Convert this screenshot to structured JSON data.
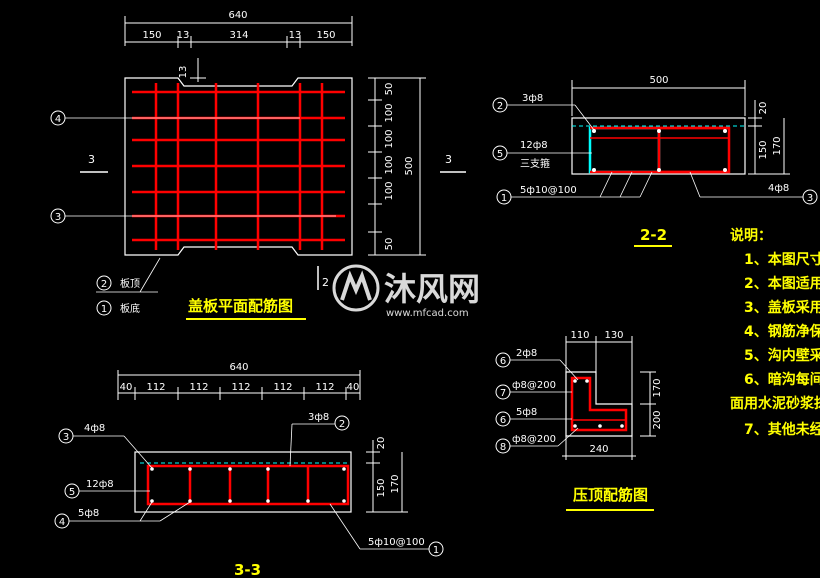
{
  "plan": {
    "title": "盖板平面配筋图",
    "dim_total_width": "640",
    "dims_width": [
      "150",
      "13",
      "314",
      "13",
      "150"
    ],
    "dim_notch": "13",
    "dims_height": [
      "50",
      "100",
      "100",
      "100",
      "100",
      "50"
    ],
    "dim_total_height": "500",
    "section_mark_left": "3",
    "section_mark_right": "3",
    "section_mark_2": "2",
    "callout_4": "4",
    "callout_3": "3",
    "callout_2": "2",
    "callout_1": "1",
    "label_top": "板顶",
    "label_bottom": "板底"
  },
  "section_22": {
    "title": "2-2",
    "dim_width": "500",
    "dims_height": [
      "20",
      "150"
    ],
    "dim_total_height": "170",
    "callout_2": "2",
    "callout_5": "5",
    "callout_1": "1",
    "callout_3": "3",
    "label_top_bars": "3ф8",
    "label_side_bars": "12ф8",
    "label_ties": "三支箍",
    "label_stirrups": "5ф10@100",
    "label_bottom_bars": "4ф8"
  },
  "section_33": {
    "title": "3-3",
    "dim_total_width": "640",
    "dims_width": [
      "40",
      "112",
      "112",
      "112",
      "112",
      "112",
      "40"
    ],
    "dims_height": [
      "20",
      "150"
    ],
    "dim_total_height": "170",
    "callout_3": "3",
    "callout_2": "2",
    "callout_5": "5",
    "callout_4": "4",
    "callout_1": "1",
    "label_top_left": "4ф8",
    "label_top_right": "3ф8",
    "label_side": "12ф8",
    "label_bottom": "5ф8",
    "label_stirrups": "5ф10@100"
  },
  "coping": {
    "title": "压顶配筋图",
    "dims_width": [
      "110",
      "130"
    ],
    "dim_total_width": "240",
    "dims_height": [
      "170",
      "200"
    ],
    "callout_6a": "6",
    "callout_7": "7",
    "callout_6b": "6",
    "callout_8": "8",
    "label_6a": "2ф8",
    "label_7": "ф8@200",
    "label_6b": "5ф8",
    "label_8": "ф8@200"
  },
  "notes": {
    "heading": "说明：",
    "items": [
      "1、本图尺寸",
      "2、本图适用",
      "3、盖板采用",
      "4、钢筋净保",
      "5、沟内壁采",
      "6、暗沟每间",
      "面用水泥砂浆抹",
      "7、其他未经"
    ]
  },
  "watermark": {
    "brand": "沐风网",
    "url": "www.mfcad.com"
  },
  "colors": {
    "background": "#000000",
    "lines": "#ffffff",
    "rebar": "#ff0000",
    "stirrup": "#00ffff",
    "text_highlight": "#ffff00"
  }
}
